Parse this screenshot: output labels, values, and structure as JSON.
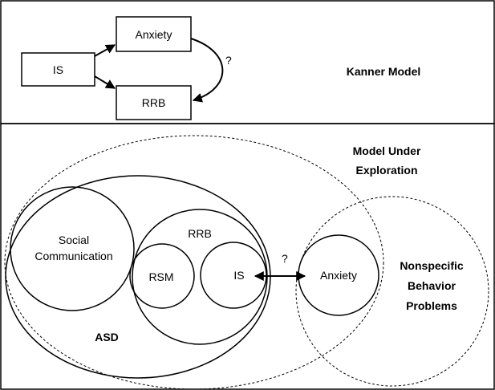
{
  "kanner_model": {
    "title": "Kanner Model",
    "nodes": {
      "is": "IS",
      "anxiety": "Anxiety",
      "rrb": "RRB"
    },
    "question_mark": "?"
  },
  "exploration_model": {
    "title_line1": "Model Under",
    "title_line2": "Exploration",
    "asd": "ASD",
    "social_communication_line1": "Social",
    "social_communication_line2": "Communication",
    "rrb": "RRB",
    "rsm": "RSM",
    "is": "IS",
    "anxiety": "Anxiety",
    "question_mark": "?",
    "nonspecific_line1": "Nonspecific",
    "nonspecific_line2": "Behavior",
    "nonspecific_line3": "Problems"
  }
}
